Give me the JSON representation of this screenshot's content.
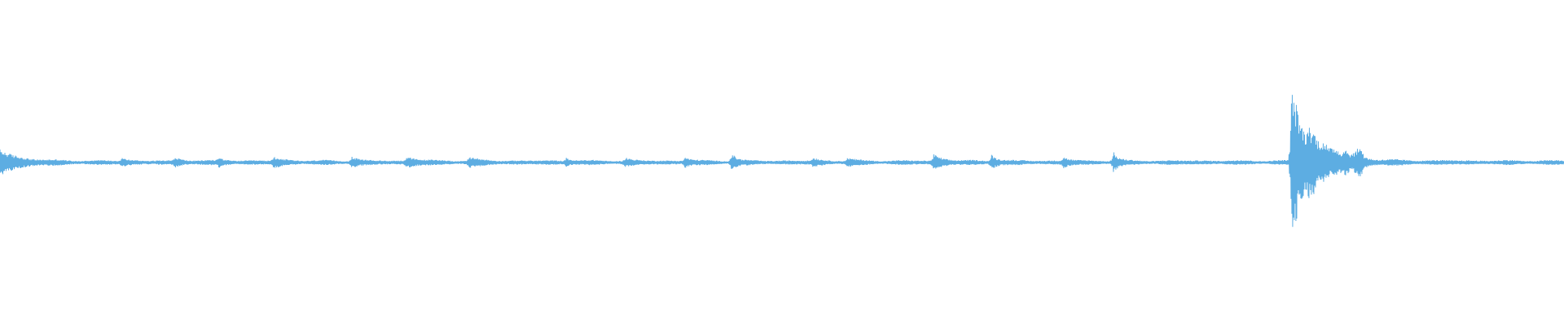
{
  "waveform": {
    "color": "#5dade2",
    "background": "#ffffff",
    "events": [
      {
        "t": 0.0,
        "amp": 0.07,
        "decay": 0.012
      },
      {
        "t": 0.078,
        "amp": 0.02,
        "decay": 0.004
      },
      {
        "t": 0.112,
        "amp": 0.02,
        "decay": 0.006
      },
      {
        "t": 0.14,
        "amp": 0.02,
        "decay": 0.004
      },
      {
        "t": 0.175,
        "amp": 0.025,
        "decay": 0.006
      },
      {
        "t": 0.225,
        "amp": 0.03,
        "decay": 0.004
      },
      {
        "t": 0.26,
        "amp": 0.025,
        "decay": 0.008
      },
      {
        "t": 0.3,
        "amp": 0.025,
        "decay": 0.006
      },
      {
        "t": 0.362,
        "amp": 0.02,
        "decay": 0.004
      },
      {
        "t": 0.4,
        "amp": 0.02,
        "decay": 0.004
      },
      {
        "t": 0.438,
        "amp": 0.025,
        "decay": 0.004
      },
      {
        "t": 0.468,
        "amp": 0.05,
        "decay": 0.003
      },
      {
        "t": 0.52,
        "amp": 0.02,
        "decay": 0.004
      },
      {
        "t": 0.542,
        "amp": 0.02,
        "decay": 0.004
      },
      {
        "t": 0.597,
        "amp": 0.04,
        "decay": 0.006
      },
      {
        "t": 0.634,
        "amp": 0.04,
        "decay": 0.004
      },
      {
        "t": 0.68,
        "amp": 0.025,
        "decay": 0.004
      },
      {
        "t": 0.712,
        "amp": 0.055,
        "decay": 0.003
      },
      {
        "t": 0.826,
        "amp": 0.5,
        "decay": 0.008
      },
      {
        "t": 0.836,
        "amp": 0.07,
        "decay": 0.02
      },
      {
        "t": 0.869,
        "amp": 0.05,
        "decay": 0.003
      }
    ]
  }
}
